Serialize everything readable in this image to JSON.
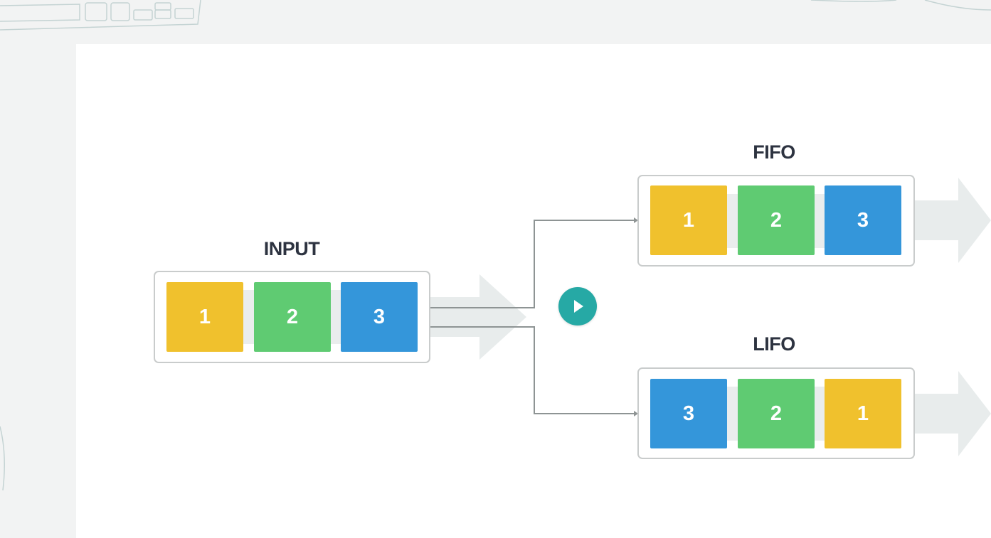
{
  "colors": {
    "yellow": "#f0c12d",
    "green": "#5fcb72",
    "blue": "#3496da",
    "title": "#2d3340",
    "connector": "#8e9494",
    "arrow": "#e8ecec",
    "play_button": "#26a9a5"
  },
  "diagram": {
    "input": {
      "title": "INPUT",
      "items": [
        {
          "label": "1",
          "color": "yellow"
        },
        {
          "label": "2",
          "color": "green"
        },
        {
          "label": "3",
          "color": "blue"
        }
      ]
    },
    "fifo": {
      "title": "FIFO",
      "items": [
        {
          "label": "1",
          "color": "yellow"
        },
        {
          "label": "2",
          "color": "green"
        },
        {
          "label": "3",
          "color": "blue"
        }
      ]
    },
    "lifo": {
      "title": "LIFO",
      "items": [
        {
          "label": "3",
          "color": "blue"
        },
        {
          "label": "2",
          "color": "green"
        },
        {
          "label": "1",
          "color": "yellow"
        }
      ]
    }
  },
  "icons": {
    "play": "play-icon"
  }
}
